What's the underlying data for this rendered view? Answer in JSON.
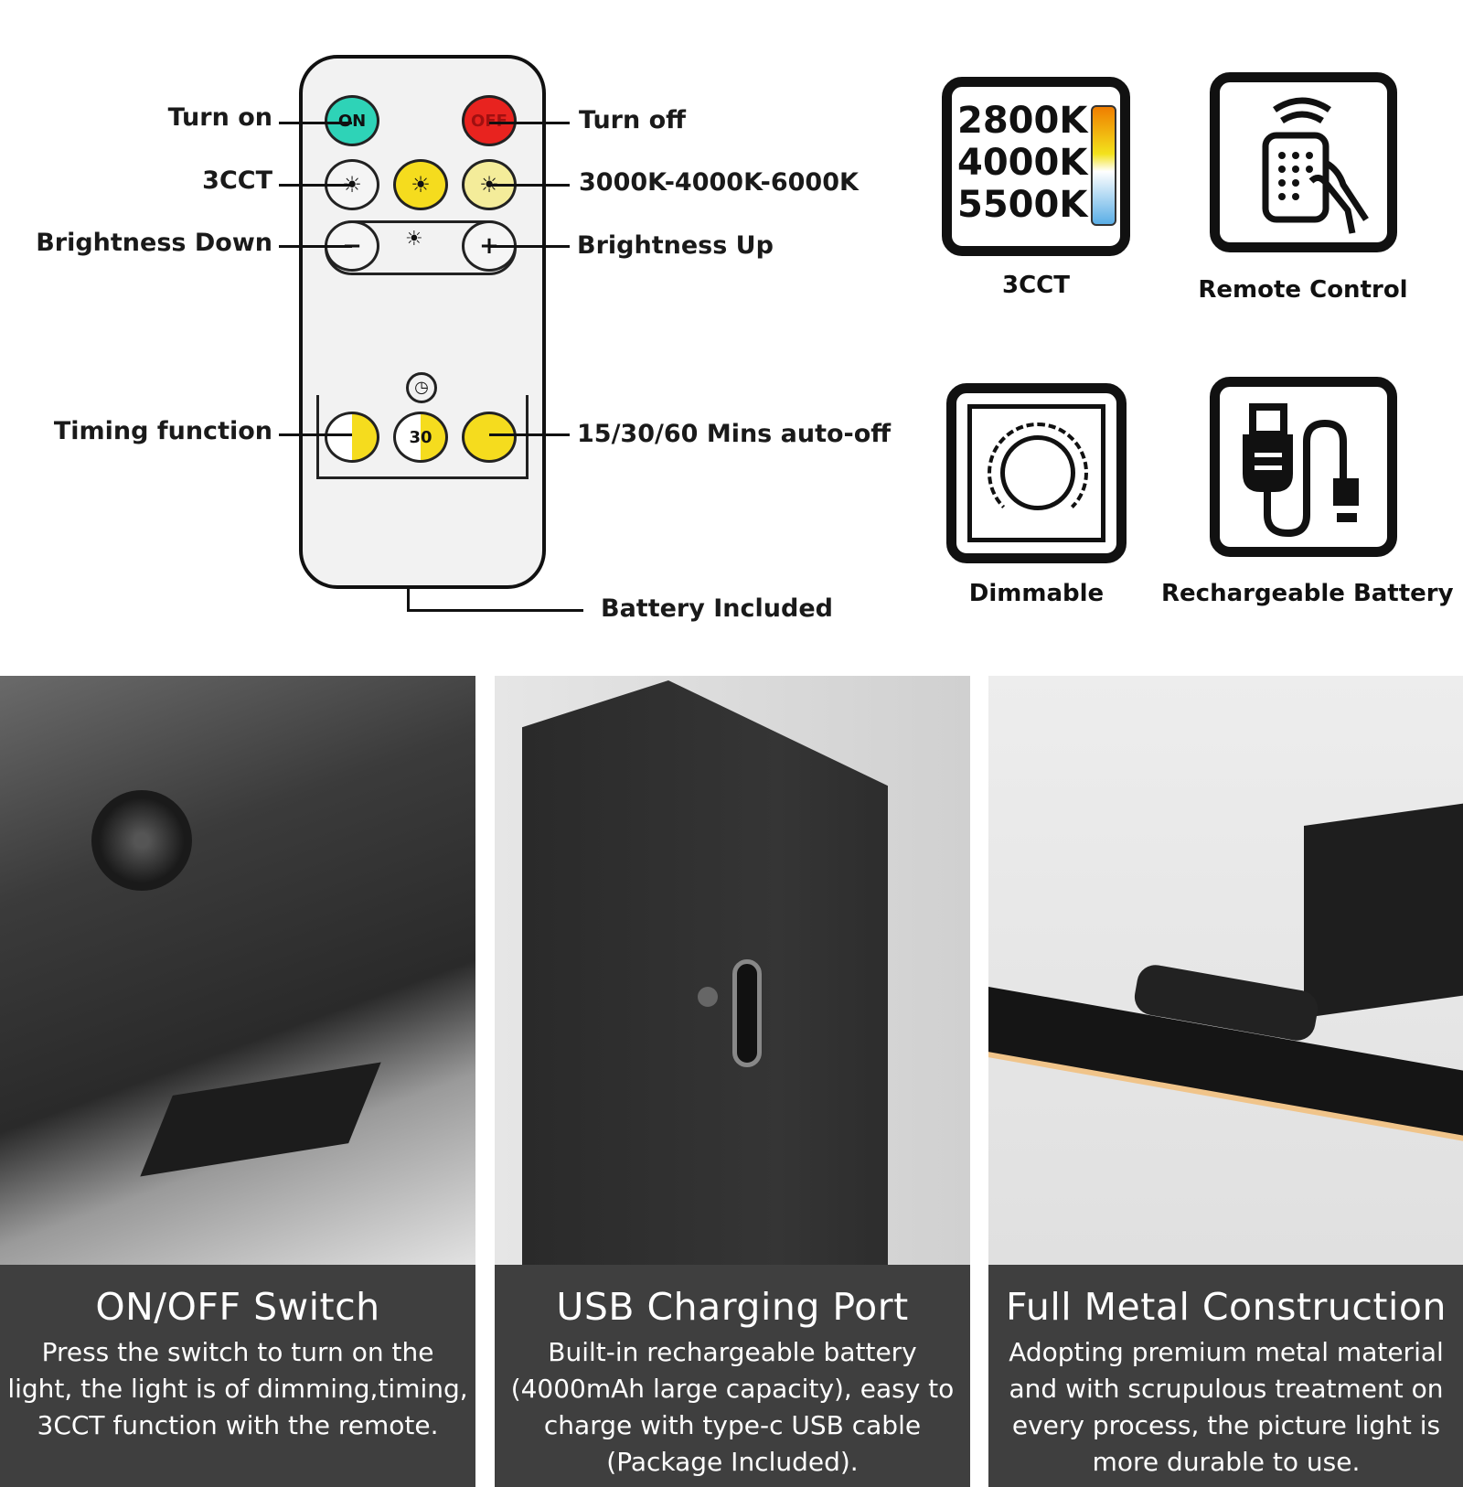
{
  "remote": {
    "buttons": {
      "on": "ON",
      "off": "OFF",
      "timer_30": "30"
    },
    "labels": {
      "turn_on": "Turn on",
      "turn_off": "Turn off",
      "cct": "3CCT",
      "cct_values": "3000K-4000K-6000K",
      "brightness_down": "Brightness Down",
      "brightness_up": "Brightness Up",
      "timing": "Timing function",
      "auto_off": "15/30/60 Mins auto-off",
      "battery": "Battery Included"
    },
    "colors": {
      "on": "#2ed3b7",
      "off": "#e8231f",
      "yellow": "#f5dc1e",
      "pale_yellow": "#f4ec9a"
    }
  },
  "features": [
    {
      "caption": "3CCT",
      "icon": "color-temperature-icon",
      "values": [
        "2800K",
        "4000K",
        "5500K"
      ]
    },
    {
      "caption": "Remote Control",
      "icon": "hand-remote-icon"
    },
    {
      "caption": "Dimmable",
      "icon": "dial-knob-icon"
    },
    {
      "caption": "Rechargeable Battery",
      "icon": "usb-cable-icon"
    }
  ],
  "panels": [
    {
      "title": "ON/OFF Switch",
      "text": "Press the switch to turn on the light, the light is of dimming,timing, 3CCT function with the remote."
    },
    {
      "title": "USB Charging Port",
      "text": "Built-in rechargeable battery (4000mAh large capacity), easy to charge with type-c USB cable (Package Included)."
    },
    {
      "title": "Full Metal Construction",
      "text": "Adopting premium metal material and with scrupulous treatment on every process, the picture light is more durable to use."
    }
  ]
}
